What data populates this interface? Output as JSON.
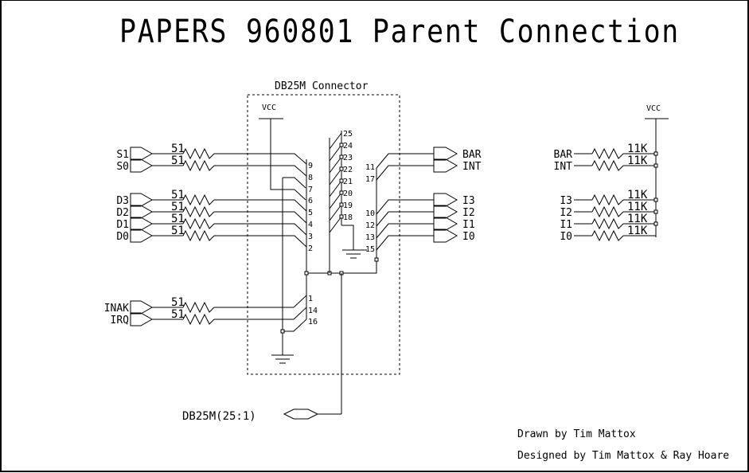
{
  "title": "PAPERS 960801 Parent Connection",
  "connector": {
    "label": "DB25M Connector",
    "vcc_label": "VCC",
    "bus_label": "DB25M(25:1)"
  },
  "left_inputs": [
    {
      "signal": "S1",
      "resistor": "51",
      "pin": "9"
    },
    {
      "signal": "S0",
      "resistor": "51",
      "pin": "8"
    },
    {
      "signal": "D3",
      "resistor": "51",
      "pin": "5"
    },
    {
      "signal": "D2",
      "resistor": "51",
      "pin": "4"
    },
    {
      "signal": "D1",
      "resistor": "51",
      "pin": "3"
    },
    {
      "signal": "D0",
      "resistor": "51",
      "pin": "2"
    },
    {
      "signal": "INAK",
      "resistor": "51",
      "pin": "1"
    },
    {
      "signal": "IRQ",
      "resistor": "51",
      "pin": "14"
    }
  ],
  "left_pin_labels": [
    "9",
    "8",
    "7",
    "6",
    "5",
    "4",
    "3",
    "2"
  ],
  "lower_pin_labels": [
    "1",
    "14",
    "16"
  ],
  "ground_pins": [
    "25",
    "24",
    "23",
    "22",
    "21",
    "20",
    "19",
    "18"
  ],
  "right_pins_top": [
    "11",
    "17"
  ],
  "right_pins_bottom": [
    "10",
    "12",
    "13",
    "15"
  ],
  "right_outputs": [
    "BAR",
    "INT",
    "I3",
    "I2",
    "I1",
    "I0"
  ],
  "pullups": {
    "vcc_label": "VCC",
    "items": [
      {
        "signal": "BAR",
        "resistor": "11K"
      },
      {
        "signal": "INT",
        "resistor": "11K"
      },
      {
        "signal": "I3",
        "resistor": "11K"
      },
      {
        "signal": "I2",
        "resistor": "11K"
      },
      {
        "signal": "I1",
        "resistor": "11K"
      },
      {
        "signal": "I0",
        "resistor": "11K"
      }
    ]
  },
  "credits": {
    "drawn_by": "Drawn by Tim Mattox",
    "designed_by": "Designed by Tim Mattox & Ray Hoare"
  }
}
